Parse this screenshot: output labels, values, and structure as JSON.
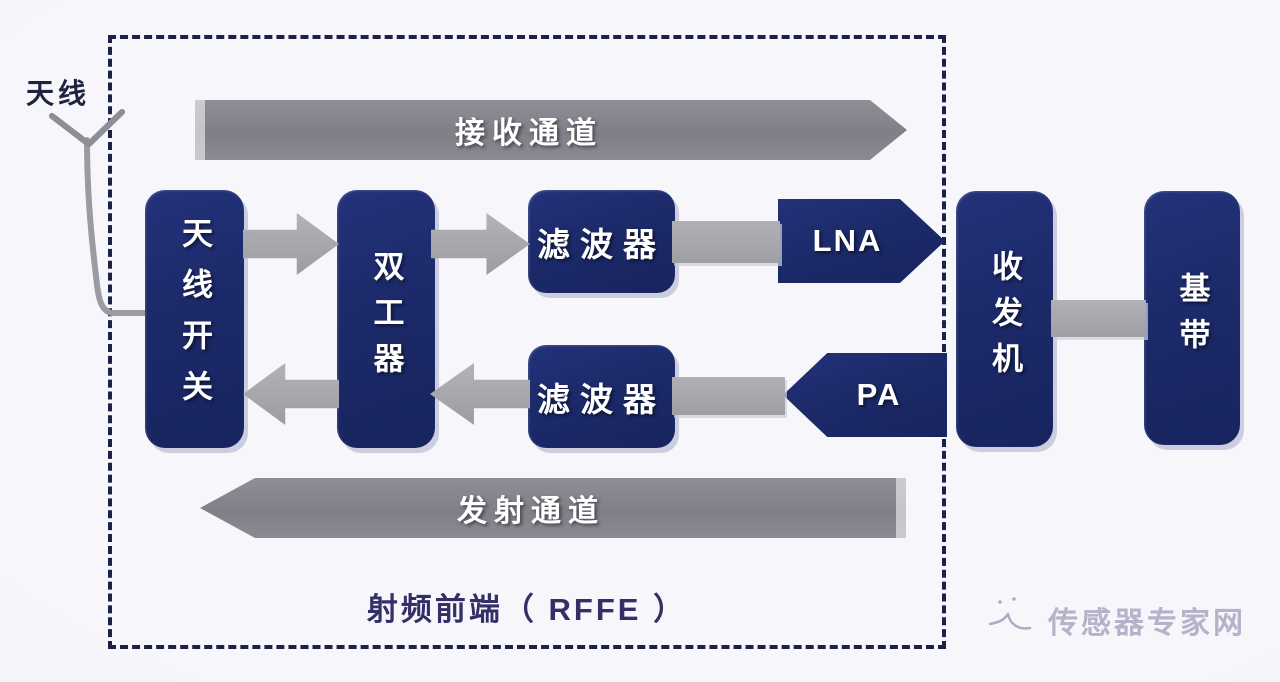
{
  "labels": {
    "antenna": "天线",
    "rffe": "射频前端（ RFFE ）"
  },
  "channels": {
    "receive": "接收通道",
    "transmit": "发射通道"
  },
  "blocks": {
    "antenna_switch": "天线开关",
    "duplexer": "双工器",
    "filter_rx": "滤波器",
    "lna": "LNA",
    "pa": "PA",
    "filter_tx": "滤波器",
    "transceiver": "收发机",
    "baseband": "基带"
  },
  "watermark": "传感器专家网",
  "colors": {
    "block_navy": "#1c2a6a",
    "channel_gray": "#85858c",
    "connector_gray": "#a6a6ac",
    "dashed_border": "#1c2147",
    "background": "#f6f6fa",
    "rffe_text": "#343067",
    "watermark_text": "#b7b1c9",
    "block_text": "#ffffff"
  }
}
